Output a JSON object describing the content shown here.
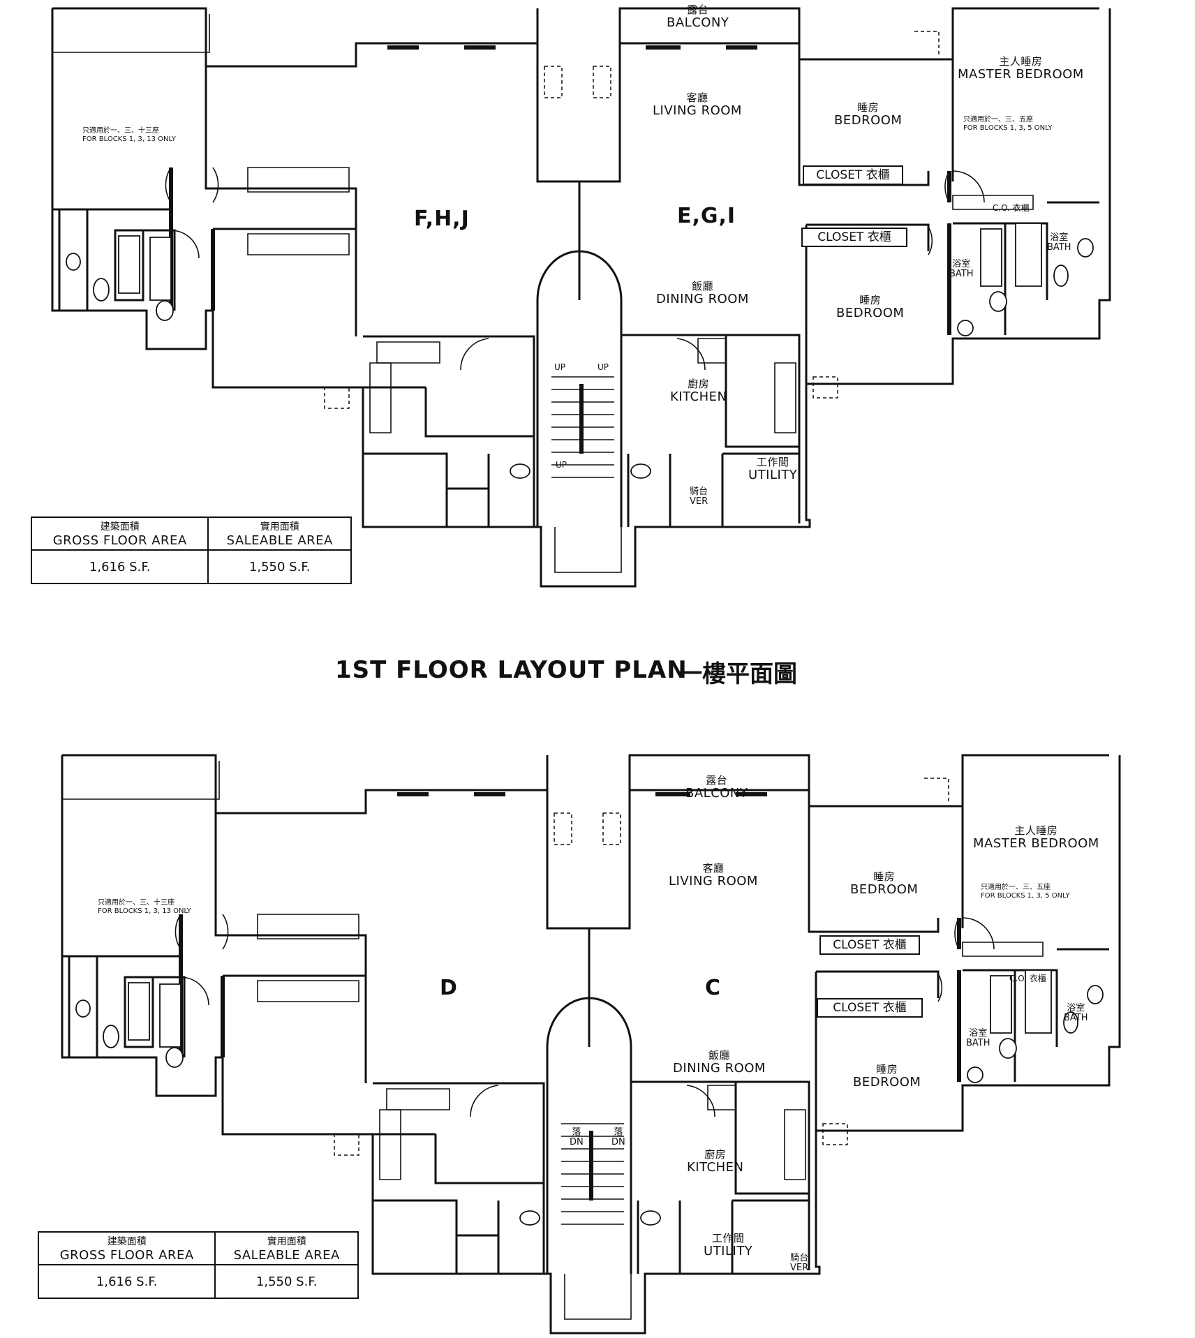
{
  "title": {
    "en": "1ST FLOOR LAYOUT PLAN",
    "cn": "一樓平面圖"
  },
  "plans": [
    {
      "units": [
        "F,H,J",
        "E,G,I"
      ],
      "rooms": {
        "balcony": {
          "cn": "露台",
          "en": "BALCONY"
        },
        "living": {
          "cn": "客廳",
          "en": "LIVING ROOM"
        },
        "bedroom1": {
          "cn": "睡房",
          "en": "BEDROOM"
        },
        "master": {
          "cn": "主人睡房",
          "en": "MASTER BEDROOM"
        },
        "closet1": "CLOSET 衣櫃",
        "closet2": "CLOSET 衣櫃",
        "co": "C.O. 衣櫃",
        "bath1": {
          "cn": "浴室",
          "en": "BATH"
        },
        "bath2": {
          "cn": "浴室",
          "en": "BATH"
        },
        "dining": {
          "cn": "飯廳",
          "en": "DINING ROOM"
        },
        "bedroom2": {
          "cn": "睡房",
          "en": "BEDROOM"
        },
        "kitchen": {
          "cn": "廚房",
          "en": "KITCHEN"
        },
        "utility": {
          "cn": "工作間",
          "en": "UTILITY"
        },
        "ver": {
          "cn": "騎台",
          "en": "VER"
        }
      },
      "stair": [
        "UP",
        "UP",
        "UP"
      ],
      "notes": {
        "left": {
          "cn": "只適用於一、三、十三座",
          "en": "FOR BLOCKS 1, 3, 13 ONLY"
        },
        "right": {
          "cn": "只適用於一、三、五座",
          "en": "FOR BLOCKS 1, 3, 5 ONLY"
        }
      },
      "area": {
        "gross_cn": "建築面積",
        "gross_en": "GROSS FLOOR AREA",
        "gross_val": "1,616 S.F.",
        "sale_cn": "實用面積",
        "sale_en": "SALEABLE AREA",
        "sale_val": "1,550 S.F."
      }
    },
    {
      "units": [
        "D",
        "C"
      ],
      "rooms": {
        "balcony": {
          "cn": "露台",
          "en": "BALCONY"
        },
        "living": {
          "cn": "客廳",
          "en": "LIVING ROOM"
        },
        "bedroom1": {
          "cn": "睡房",
          "en": "BEDROOM"
        },
        "master": {
          "cn": "主人睡房",
          "en": "MASTER BEDROOM"
        },
        "closet1": "CLOSET 衣櫃",
        "closet2": "CLOSET 衣櫃",
        "co": "C.O. 衣櫃",
        "bath1": {
          "cn": "浴室",
          "en": "BATH"
        },
        "bath2": {
          "cn": "浴室",
          "en": "BATH"
        },
        "dining": {
          "cn": "飯廳",
          "en": "DINING ROOM"
        },
        "bedroom2": {
          "cn": "睡房",
          "en": "BEDROOM"
        },
        "kitchen": {
          "cn": "廚房",
          "en": "KITCHEN"
        },
        "utility": {
          "cn": "工作間",
          "en": "UTILITY"
        },
        "ver": {
          "cn": "騎台",
          "en": "VER"
        }
      },
      "stair": [
        "DN",
        "DN"
      ],
      "stair_cn": [
        "落",
        "落"
      ],
      "notes": {
        "left": {
          "cn": "只適用於一、三、十三座",
          "en": "FOR BLOCKS 1, 3, 13 ONLY"
        },
        "right": {
          "cn": "只適用於一、三、五座",
          "en": "FOR BLOCKS 1, 3, 5 ONLY"
        }
      },
      "area": {
        "gross_cn": "建築面積",
        "gross_en": "GROSS FLOOR AREA",
        "gross_val": "1,616 S.F.",
        "sale_cn": "實用面積",
        "sale_en": "SALEABLE AREA",
        "sale_val": "1,550 S.F."
      }
    }
  ]
}
